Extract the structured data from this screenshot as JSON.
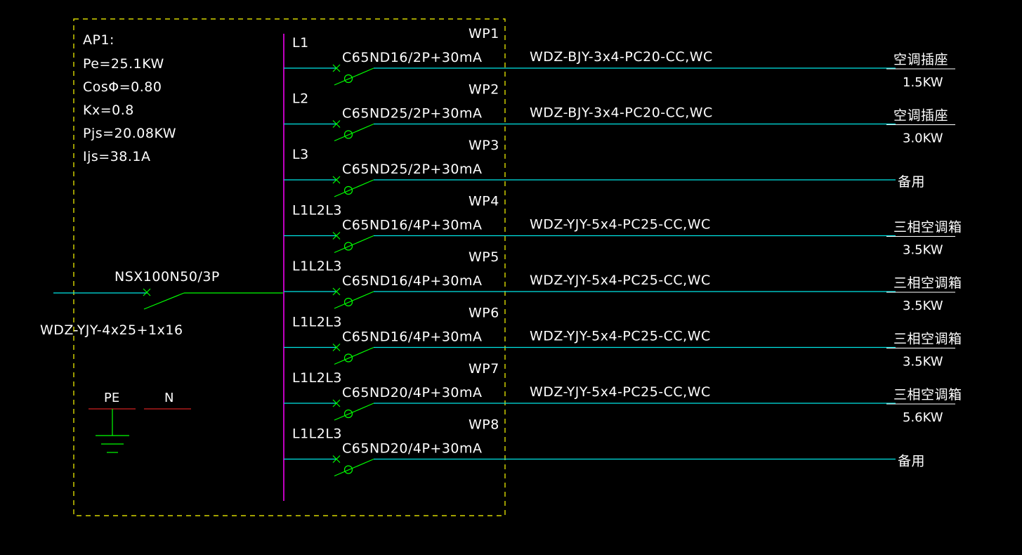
{
  "colors": {
    "background": "#000000",
    "text": "#ffffff",
    "feeder": "#00e5e5",
    "busbar": "#ff00ff",
    "breaker": "#00ff00",
    "frame": "#ffff00",
    "conductor": "#d02020",
    "ground": "#00ff00"
  },
  "panel": {
    "name": "AP1:",
    "pe": "Pe=25.1KW",
    "cos": "CosΦ=0.80",
    "kx": "Kx=0.8",
    "pjs": "Pjs=20.08KW",
    "ijs": "Ijs=38.1A"
  },
  "incoming": {
    "breaker": "NSX100N50/3P",
    "cable": "WDZ-YJY-4x25+1x16"
  },
  "terminals": {
    "pe": "PE",
    "n": "N"
  },
  "circuits": [
    {
      "id": "WP1",
      "phase": "L1",
      "breaker": "C65ND16/2P+30mA",
      "cable": "WDZ-BJY-3x4-PC20-CC,WC",
      "load": "空调插座",
      "power": "1.5KW"
    },
    {
      "id": "WP2",
      "phase": "L2",
      "breaker": "C65ND25/2P+30mA",
      "cable": "WDZ-BJY-3x4-PC20-CC,WC",
      "load": "空调插座",
      "power": "3.0KW"
    },
    {
      "id": "WP3",
      "phase": "L3",
      "breaker": "C65ND25/2P+30mA",
      "cable": "",
      "load": "备用",
      "power": ""
    },
    {
      "id": "WP4",
      "phase": "L1L2L3",
      "breaker": "C65ND16/4P+30mA",
      "cable": "WDZ-YJY-5x4-PC25-CC,WC",
      "load": "三相空调箱",
      "power": "3.5KW"
    },
    {
      "id": "WP5",
      "phase": "L1L2L3",
      "breaker": "C65ND16/4P+30mA",
      "cable": "WDZ-YJY-5x4-PC25-CC,WC",
      "load": "三相空调箱",
      "power": "3.5KW"
    },
    {
      "id": "WP6",
      "phase": "L1L2L3",
      "breaker": "C65ND16/4P+30mA",
      "cable": "WDZ-YJY-5x4-PC25-CC,WC",
      "load": "三相空调箱",
      "power": "3.5KW"
    },
    {
      "id": "WP7",
      "phase": "L1L2L3",
      "breaker": "C65ND20/4P+30mA",
      "cable": "WDZ-YJY-5x4-PC25-CC,WC",
      "load": "三相空调箱",
      "power": "5.6KW"
    },
    {
      "id": "WP8",
      "phase": "L1L2L3",
      "breaker": "C65ND20/4P+30mA",
      "cable": "",
      "load": "备用",
      "power": ""
    }
  ]
}
